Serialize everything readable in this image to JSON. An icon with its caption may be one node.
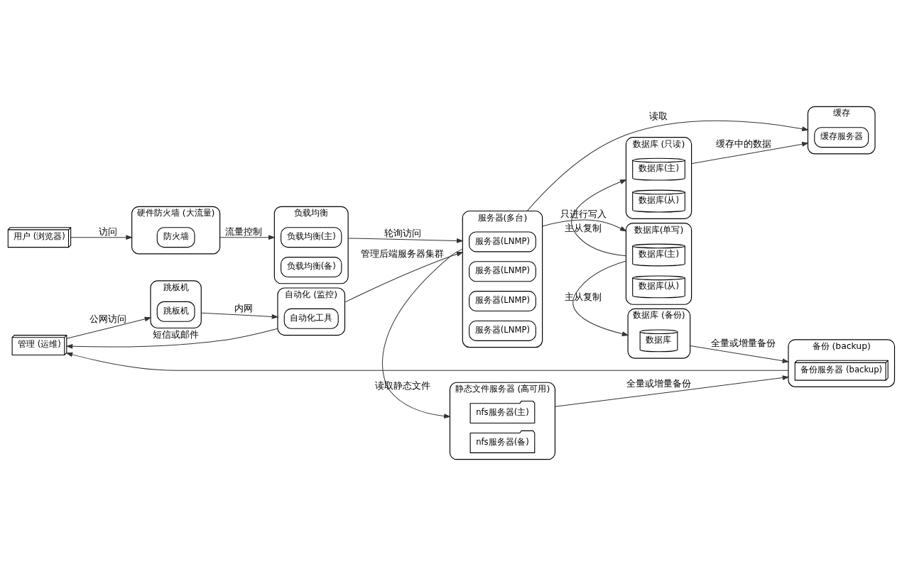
{
  "diagram": {
    "nodes": [
      {
        "text": [
          "用户 (浏览器)"
        ]
      },
      {
        "text": [
          "硬件防火墙 (大流量)"
        ]
      },
      {
        "text": [
          "防火墙"
        ],
        "in": 1
      },
      {
        "text": [
          "负载均衡"
        ]
      },
      {
        "text": [
          "负载均衡(主)"
        ],
        "in": 3
      },
      {
        "text": [
          "负载均衡(备)"
        ],
        "in": 3
      },
      {
        "text": [
          "服务器(多台)"
        ]
      },
      {
        "text": [
          "服务器(LNMP)"
        ],
        "in": 6
      },
      {
        "text": [
          "服务器(LNMP)"
        ],
        "in": 6
      },
      {
        "text": [
          "服务器(LNMP)"
        ],
        "in": 6
      },
      {
        "text": [
          "服务器(LNMP)"
        ],
        "in": 6
      },
      {
        "text": [
          "缓存"
        ]
      },
      {
        "text": [
          "缓存服务器"
        ],
        "in": 11
      },
      {
        "text": [
          "数据库 (只读)"
        ]
      },
      {
        "text": [
          "数据库(主)"
        ],
        "in": 13
      },
      {
        "text": [
          "数据库(从)"
        ],
        "in": 13
      },
      {
        "text": [
          "数据库(单写)"
        ]
      },
      {
        "text": [
          "数据库(主)"
        ],
        "in": 16
      },
      {
        "text": [
          "数据库(从)"
        ],
        "in": 16
      },
      {
        "text": [
          "数据库 (备份)"
        ]
      },
      {
        "text": [
          "数据库"
        ],
        "in": 19
      },
      {
        "text": [
          "备份 (backup)"
        ]
      },
      {
        "text": [
          "备份服务器 (backup)"
        ],
        "in": 21
      },
      {
        "text": [
          "静态文件服务器 (高可用)"
        ]
      },
      {
        "text": [
          "nfs服务器(主)"
        ],
        "in": 23
      },
      {
        "text": [
          "nfs服务器(备)"
        ],
        "in": 23
      },
      {
        "text": [
          "跳板机"
        ]
      },
      {
        "text": [
          "跳板机"
        ],
        "in": 26
      },
      {
        "text": [
          "自动化 (监控)"
        ]
      },
      {
        "text": [
          "自动化工具"
        ],
        "in": 28
      },
      {
        "text": [
          "管理 (运维)"
        ]
      }
    ],
    "edges": [
      {
        "from": 0,
        "to": 1,
        "arrow": "to",
        "label": "访问"
      },
      {
        "from": 1,
        "to": 3,
        "arrow": "to",
        "label": "流量控制"
      },
      {
        "from": 3,
        "to": 6,
        "arrow": "to",
        "label": "轮询访问"
      },
      {
        "from": 6,
        "to": 16,
        "arrow": "to",
        "label": "只进行写入"
      },
      {
        "from": 6,
        "to": 11,
        "arrow": "to",
        "label": "读取"
      },
      {
        "from": 13,
        "to": 11,
        "arrow": "to",
        "label": "缓存中的数据"
      },
      {
        "from": 16,
        "to": 13,
        "arrow": "to",
        "label": "主从复制"
      },
      {
        "from": 16,
        "to": 19,
        "arrow": "to",
        "label": "主从复制"
      },
      {
        "from": 19,
        "to": 21,
        "arrow": "to",
        "label": "全量或增量备份"
      },
      {
        "from": 23,
        "to": 21,
        "arrow": "to",
        "label": "全量或增量备份"
      },
      {
        "from": 6,
        "to": 23,
        "arrow": "to",
        "label": "读取静态文件"
      },
      {
        "from": 28,
        "to": 6,
        "arrow": "to",
        "label": "管理后端服务器集群"
      },
      {
        "from": 30,
        "to": 26,
        "arrow": "to",
        "label": "公网访问"
      },
      {
        "from": 26,
        "to": 28,
        "arrow": "to",
        "label": "内网"
      },
      {
        "from": 28,
        "to": 30,
        "arrow": "to",
        "label": "短信或邮件"
      },
      {
        "from": 21,
        "to": 30,
        "arrow": "to"
      }
    ]
  }
}
